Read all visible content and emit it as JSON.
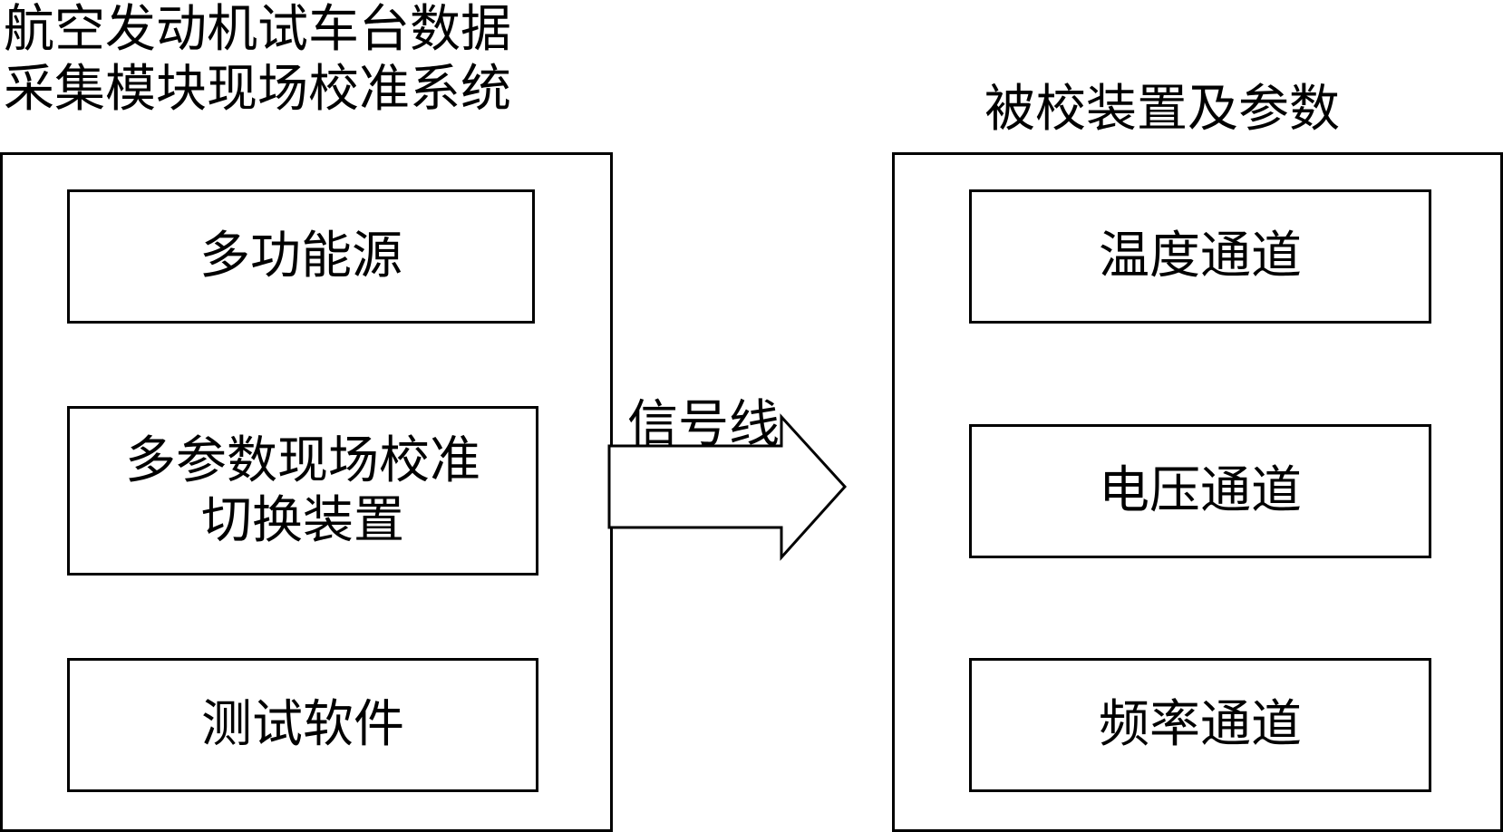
{
  "left_system": {
    "title_lines": [
      "航空发动机试车台数据",
      "采集模块现场校准系统"
    ],
    "boxes": {
      "multi_source": "多功能源",
      "switch_device_lines": [
        "多参数现场校准",
        "切换装置"
      ],
      "test_software": "测试软件"
    }
  },
  "right_system": {
    "title": "被校装置及参数",
    "boxes": {
      "temperature": "温度通道",
      "voltage": "电压通道",
      "frequency": "频率通道"
    }
  },
  "connector": {
    "label": "信号线"
  }
}
